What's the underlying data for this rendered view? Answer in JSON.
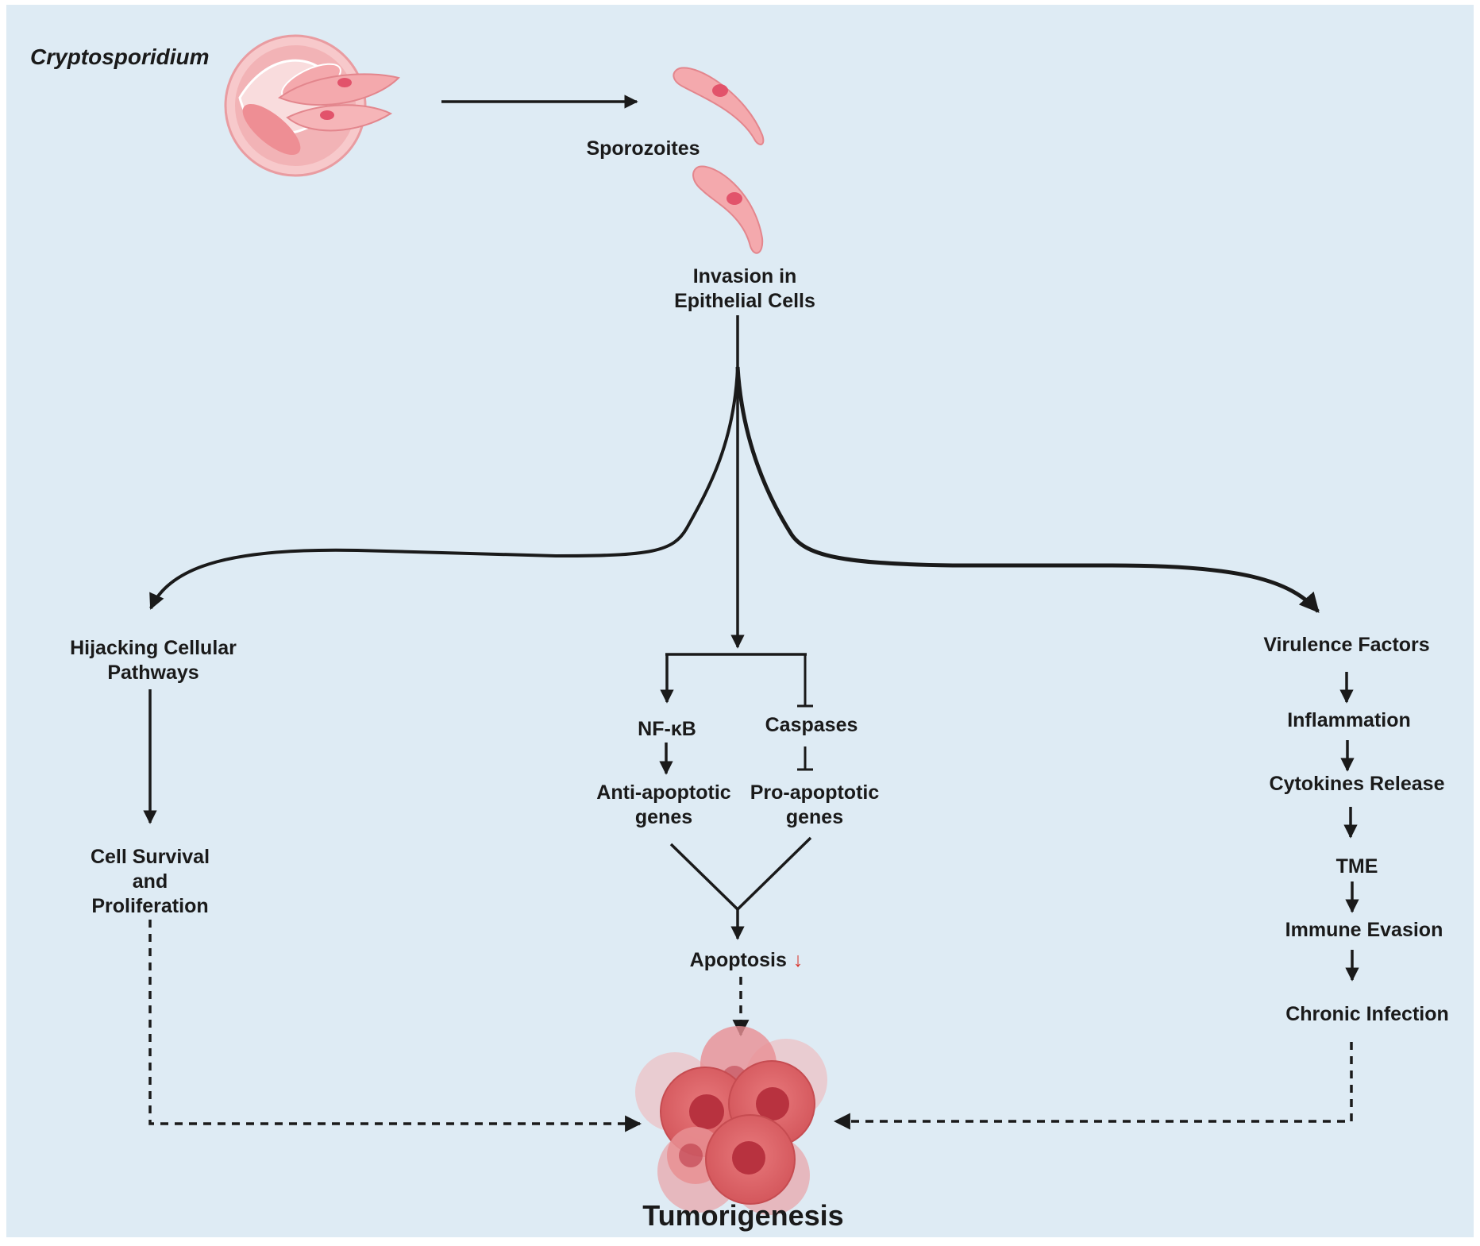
{
  "diagram": {
    "organism": "Cryptosporidium",
    "sporozoites": "Sporozoites",
    "invasion": [
      "Invasion in",
      "Epithelial Cells"
    ],
    "left_branch": {
      "hijacking": [
        "Hijacking Cellular",
        "Pathways"
      ],
      "survival": [
        "Cell Survival",
        "and",
        "Proliferation"
      ]
    },
    "center_branch": {
      "nfkb": "NF-κB",
      "caspases": "Caspases",
      "anti_apoptotic": [
        "Anti-apoptotic",
        "genes"
      ],
      "pro_apoptotic": [
        "Pro-apoptotic",
        "genes"
      ],
      "apoptosis": "Apoptosis",
      "apoptosis_indicator": "↓"
    },
    "right_branch": {
      "virulence": "Virulence Factors",
      "inflammation": "Inflammation",
      "cytokines": "Cytokines Release",
      "tme": "TME",
      "immune_evasion": "Immune Evasion",
      "chronic_infection": "Chronic Infection"
    },
    "outcome": "Tumorigenesis"
  },
  "colors": {
    "background": "#deebf4",
    "line": "#1a1a1a",
    "cell_pink": "#f4a9ad",
    "cell_nucleus": "#e2536b",
    "tumor_red": "#d95f63",
    "tumor_dark": "#b8323f",
    "down_arrow": "#d9342b"
  }
}
